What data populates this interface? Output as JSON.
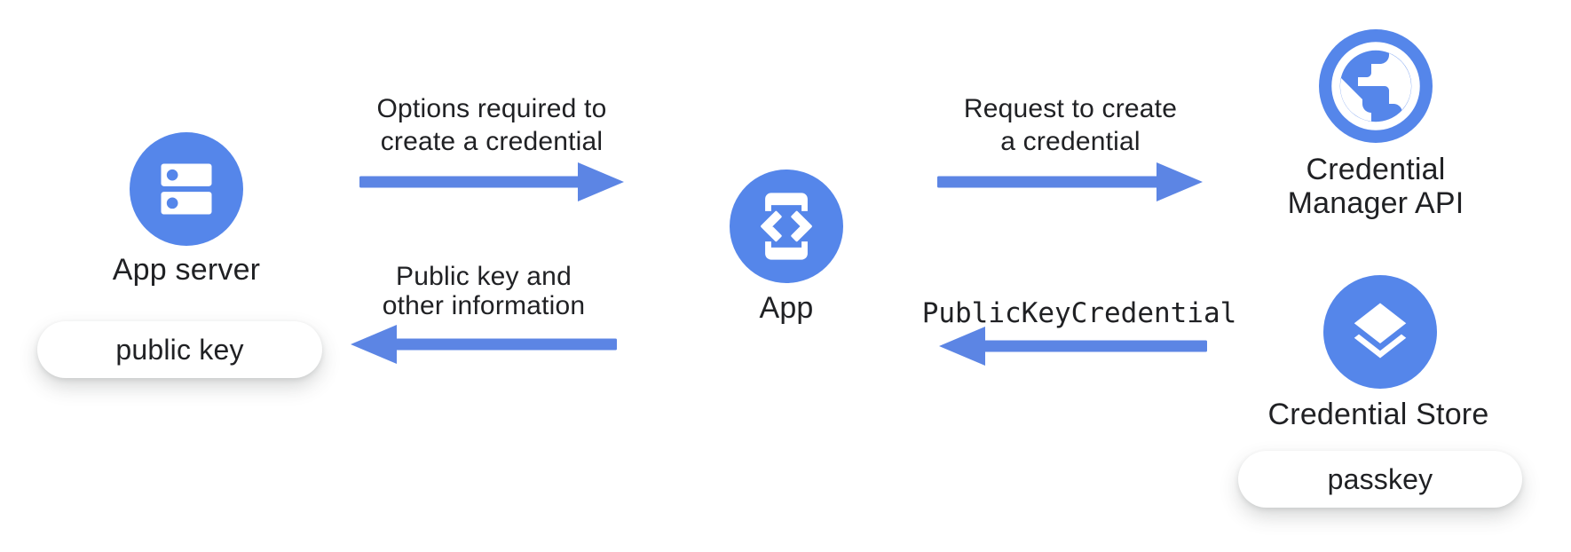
{
  "colors": {
    "page_bg": "#FFFFFF",
    "icon_blue": "#5586EA",
    "arrow_blue": "#5C85E4",
    "text_dark": "#202124",
    "pill_bg": "#FFFFFF"
  },
  "nodes": {
    "app_server": {
      "label": "App server",
      "icon": "server-icon",
      "badge": "public key"
    },
    "app": {
      "label": "App",
      "icon": "phone-code-icon"
    },
    "credential_manager_api": {
      "label_lines": [
        "Credential",
        "Manager API"
      ],
      "icon": "globe-icon"
    },
    "credential_store": {
      "label": "Credential Store",
      "icon": "layers-icon",
      "badge": "passkey"
    }
  },
  "flows": [
    {
      "label_lines": [
        "Options required to",
        "create a credential"
      ],
      "direction": "right",
      "from": "App server",
      "to": "App"
    },
    {
      "label_lines": [
        "Request to create",
        "a credential"
      ],
      "direction": "right",
      "from": "App",
      "to": "Credential Manager API"
    },
    {
      "label_lines": [
        "Public key and",
        "other information"
      ],
      "direction": "left",
      "from": "App",
      "to": "App server"
    },
    {
      "label_lines": [
        "PublicKeyCredential"
      ],
      "direction": "left",
      "from": "Credential Store",
      "to": "App",
      "style": "monospace"
    }
  ]
}
